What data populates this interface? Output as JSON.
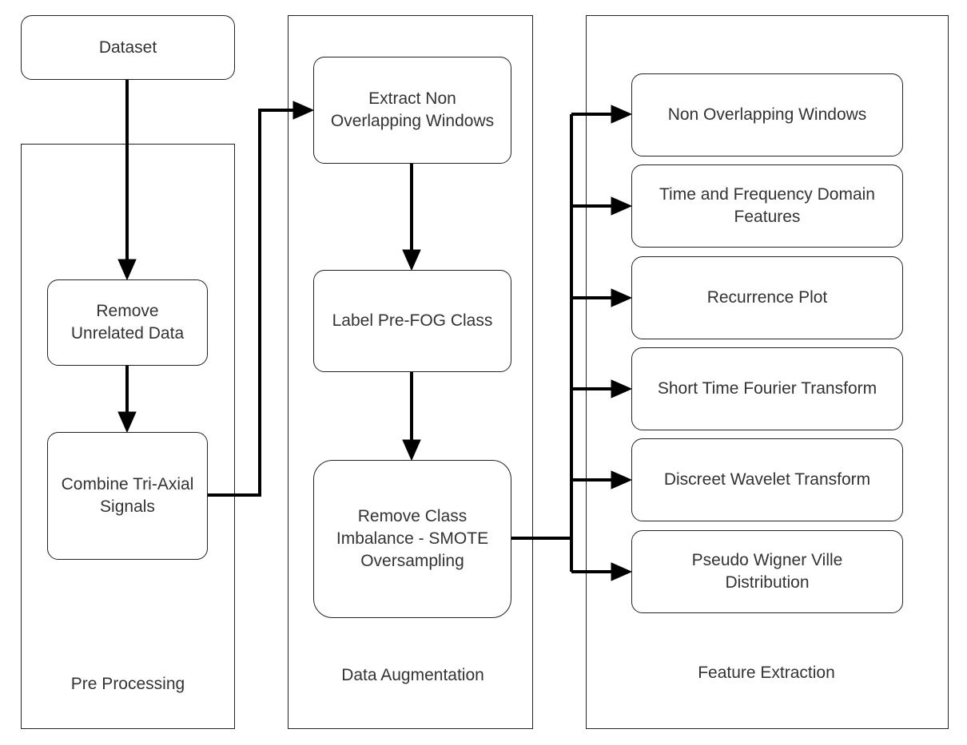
{
  "panels": {
    "pre_processing": {
      "label": "Pre Processing"
    },
    "data_augmentation": {
      "label": "Data Augmentation"
    },
    "feature_extraction": {
      "label": "Feature Extraction"
    }
  },
  "nodes": {
    "dataset": {
      "label": "Dataset"
    },
    "remove_unrelated": {
      "label": "Remove\nUnrelated Data"
    },
    "combine_tri_axial": {
      "label": "Combine Tri-Axial\nSignals"
    },
    "extract_windows": {
      "label": "Extract Non\nOverlapping Windows"
    },
    "label_prefog": {
      "label": "Label Pre-FOG Class"
    },
    "remove_imbalance": {
      "label": "Remove Class\nImbalance - SMOTE\nOversampling"
    },
    "non_overlapping": {
      "label": "Non Overlapping Windows"
    },
    "time_freq": {
      "label": "Time and Frequency Domain\nFeatures"
    },
    "recurrence_plot": {
      "label": "Recurrence Plot"
    },
    "stft": {
      "label": "Short Time Fourier Transform"
    },
    "dwt": {
      "label": "Discreet Wavelet Transform"
    },
    "pwvd": {
      "label": "Pseudo Wigner Ville\nDistribution"
    }
  },
  "colors": {
    "stroke": "#000000",
    "border": "#222222",
    "text": "#333333",
    "background": "#ffffff"
  }
}
